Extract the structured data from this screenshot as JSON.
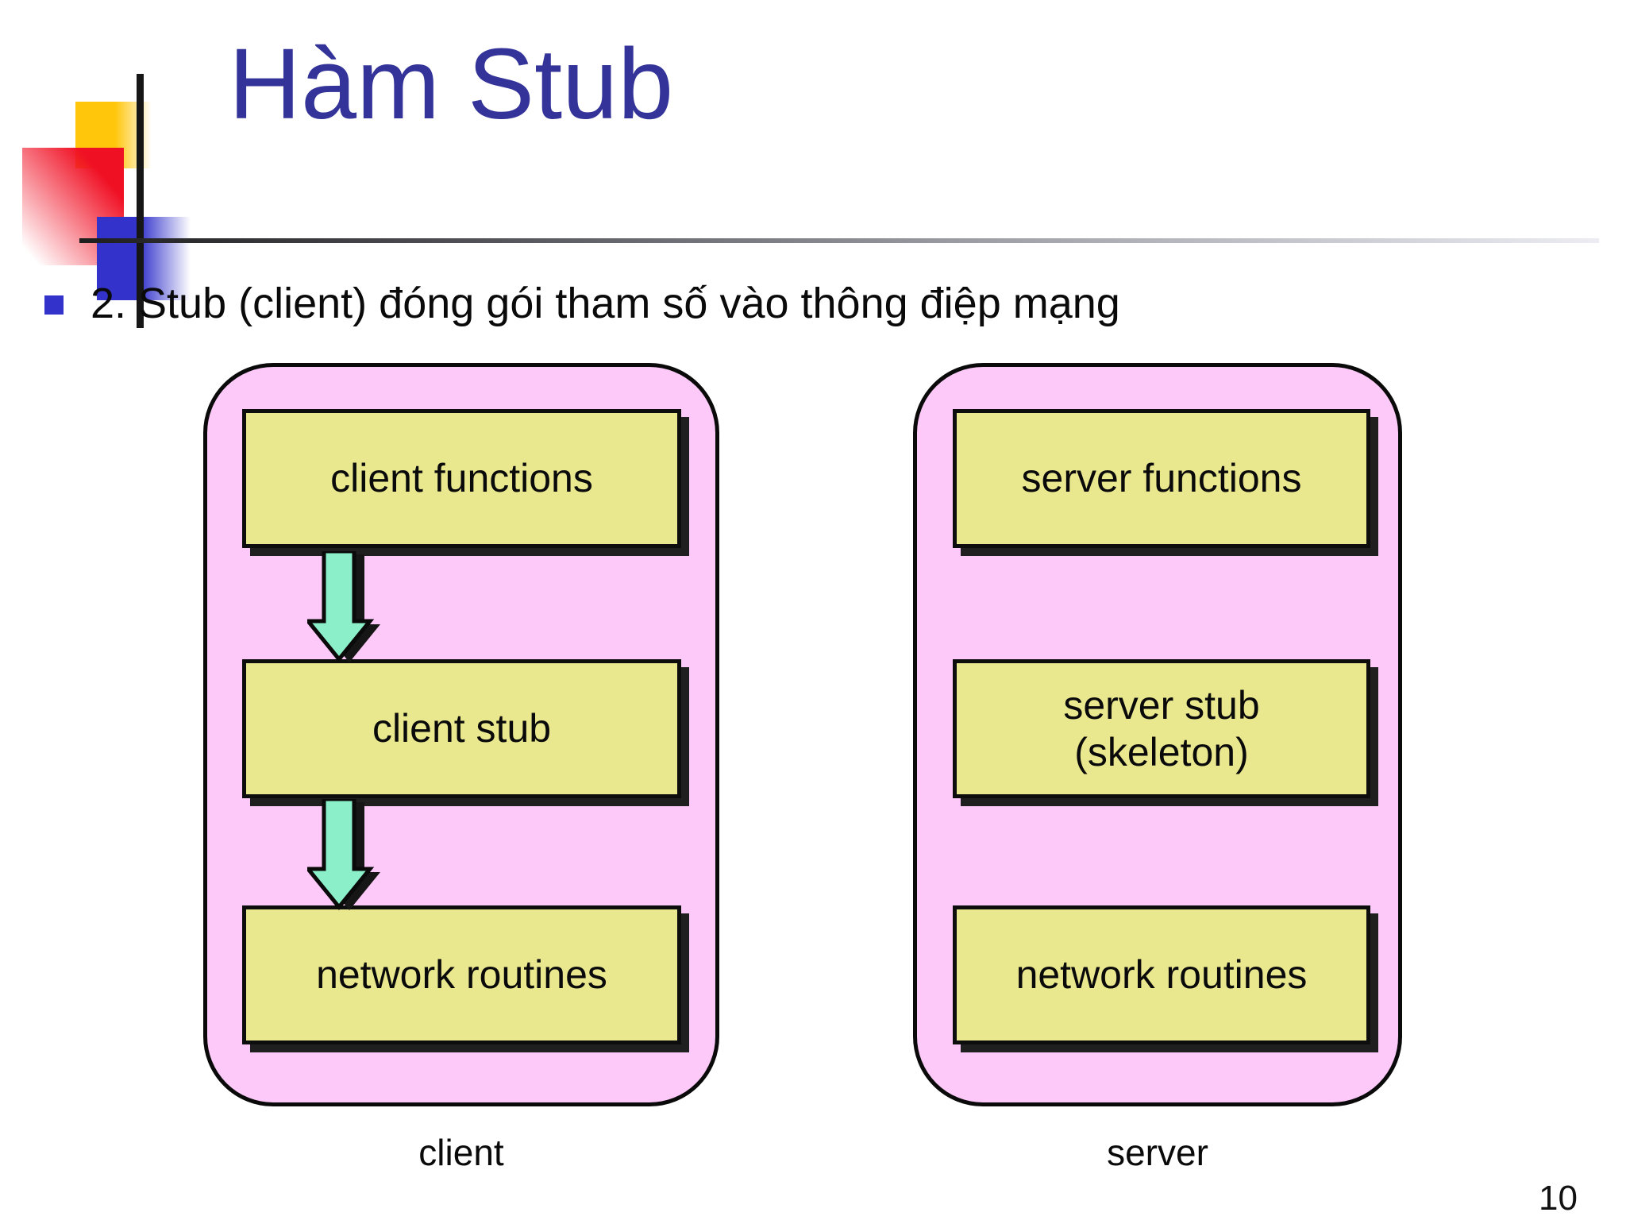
{
  "slide": {
    "title": "Hàm Stub",
    "bullet_text": "2. Stub (client) đóng gói tham số vào thông điệp mạng",
    "page_number": "10"
  },
  "diagram": {
    "client": {
      "caption": "client",
      "boxes": [
        "client functions",
        "client stub",
        "network routines"
      ]
    },
    "server": {
      "caption": "server",
      "boxes": [
        "server functions",
        "server stub\n(skeleton)",
        "network routines"
      ]
    }
  },
  "colors": {
    "title_text": "#333399",
    "container_fill": "#fcc9f8",
    "node_fill": "#eae88f",
    "node_border": "#0d0d0d",
    "node_shadow": "#1f1f1f",
    "arrow_fill": "#8befc9",
    "bullet_marker": "#3333cc",
    "logo_yellow": "#ffc60b",
    "logo_red": "#f01024",
    "logo_blue": "#3333cc"
  }
}
